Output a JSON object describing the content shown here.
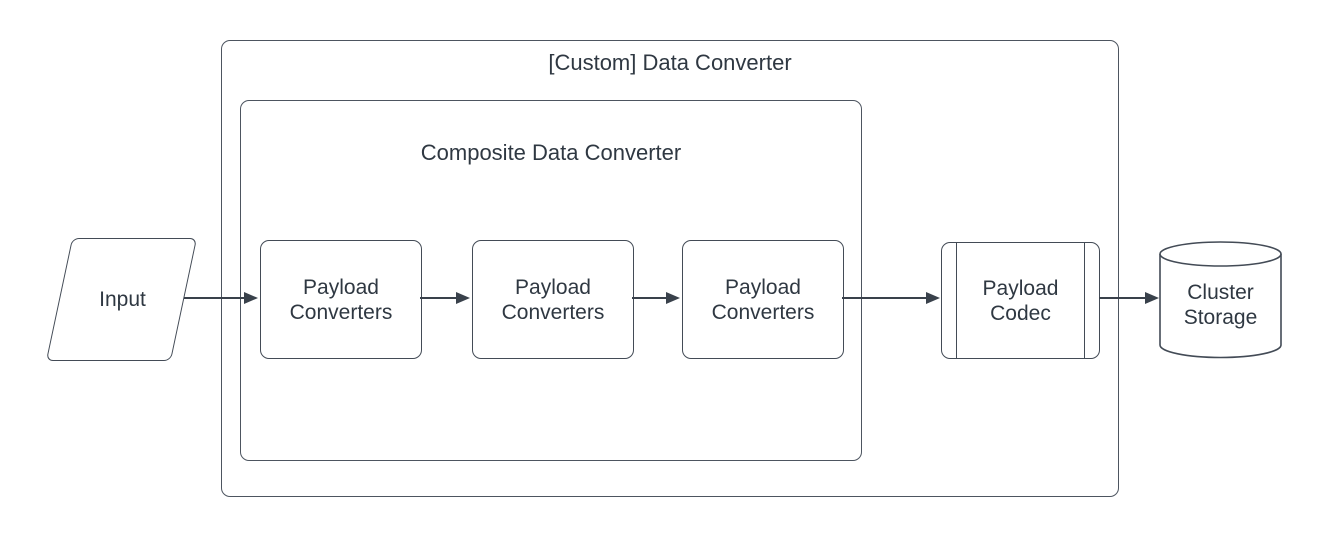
{
  "diagram": {
    "outer_group": {
      "title": "[Custom] Data Converter"
    },
    "inner_group": {
      "title": "Composite Data Converter"
    },
    "nodes": {
      "input": {
        "label": "Input",
        "shape": "parallelogram"
      },
      "converter1": {
        "label": "Payload Converters",
        "shape": "rounded-rectangle"
      },
      "converter2": {
        "label": "Payload Converters",
        "shape": "rounded-rectangle"
      },
      "converter3": {
        "label": "Payload Converters",
        "shape": "rounded-rectangle"
      },
      "codec": {
        "label": "Payload Codec",
        "shape": "predefined-process"
      },
      "storage": {
        "label": "Cluster Storage",
        "shape": "cylinder"
      }
    },
    "edges": [
      {
        "from": "input",
        "to": "converter1"
      },
      {
        "from": "converter1",
        "to": "converter2"
      },
      {
        "from": "converter2",
        "to": "converter3"
      },
      {
        "from": "converter3",
        "to": "codec"
      },
      {
        "from": "codec",
        "to": "storage"
      }
    ],
    "colors": {
      "background": "#ffffff",
      "shape_stroke": "#434b56",
      "group_stroke": "#4d5560",
      "arrow": "#39414b",
      "text": "#2f3842"
    }
  }
}
